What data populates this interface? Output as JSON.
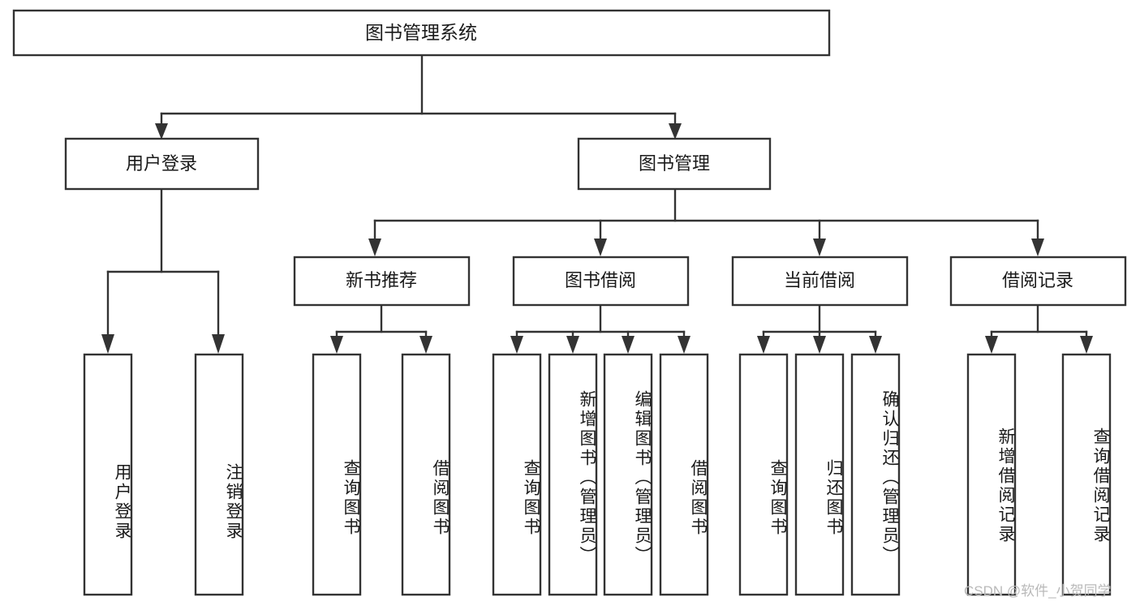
{
  "diagram": {
    "type": "tree",
    "orientation": "top-down",
    "title": "图书管理系统",
    "colors": {
      "box_fill": "#ffffff",
      "box_stroke": "#333333",
      "text": "#1a1a1a",
      "watermark": "#b9b9b9",
      "background": "#ffffff"
    },
    "root": {
      "label": "图书管理系统"
    },
    "level2": [
      {
        "label": "用户登录"
      },
      {
        "label": "图书管理"
      }
    ],
    "level3": [
      {
        "label": "新书推荐"
      },
      {
        "label": "图书借阅"
      },
      {
        "label": "当前借阅"
      },
      {
        "label": "借阅记录"
      }
    ],
    "leaves": {
      "user_login": [
        {
          "label": "用户登录"
        },
        {
          "label": "注销登录"
        }
      ],
      "new_book_recommend": [
        {
          "label": "查询图书"
        },
        {
          "label": "借阅图书"
        }
      ],
      "book_borrow": [
        {
          "label": "查询图书"
        },
        {
          "label": "新增图书（管理员）"
        },
        {
          "label": "编辑图书（管理员）"
        },
        {
          "label": "借阅图书"
        }
      ],
      "current_borrow": [
        {
          "label": "查询图书"
        },
        {
          "label": "归还图书"
        },
        {
          "label": "确认归还（管理员）"
        }
      ],
      "borrow_record": [
        {
          "label": "新增借阅记录"
        },
        {
          "label": "查询借阅记录"
        }
      ]
    },
    "watermark": "CSDN @软件_小贺同学"
  }
}
